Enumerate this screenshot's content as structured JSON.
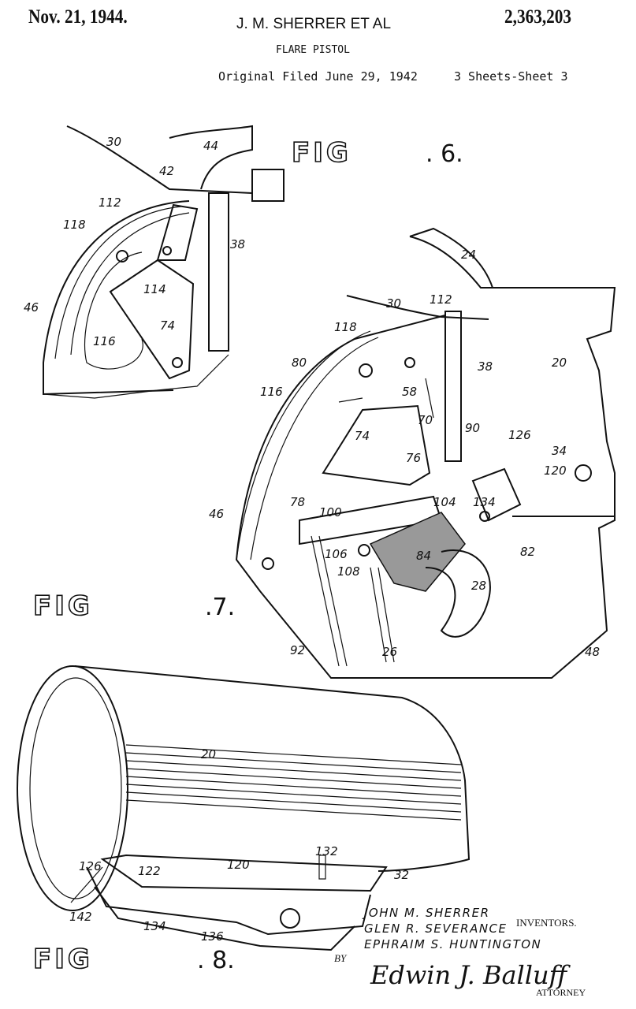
{
  "header": {
    "date": "Nov. 21, 1944.",
    "inventor": "J. M. SHERRER ET AL",
    "patent_number": "2,363,203",
    "title": "FLARE PISTOL",
    "filed": "Original Filed June 29, 1942",
    "sheets": "3 Sheets-Sheet 3"
  },
  "figures": {
    "fig6": {
      "word": "FIG",
      "number": ". 6.",
      "refs": [
        "30",
        "44",
        "42",
        "112",
        "118",
        "38",
        "114",
        "46",
        "74",
        "116"
      ]
    },
    "fig7": {
      "word": "FIG",
      "number": ".7.",
      "refs": [
        "24",
        "30",
        "112",
        "118",
        "38",
        "20",
        "80",
        "58",
        "116",
        "70",
        "90",
        "126",
        "74",
        "76",
        "34",
        "120",
        "134",
        "78",
        "100",
        "104",
        "46",
        "106",
        "84",
        "82",
        "108",
        "28",
        "92",
        "26",
        "48"
      ]
    },
    "fig8": {
      "word": "FIG",
      "number": ". 8.",
      "refs": [
        "20",
        "132",
        "126",
        "122",
        "120",
        "32",
        "142",
        "134",
        "136"
      ]
    }
  },
  "signature_block": {
    "inventors": [
      "JOHN M. SHERRER",
      "GLEN R. SEVERANCE",
      "EPHRAIM S. HUNTINGTON"
    ],
    "inventors_label": "INVENTORS.",
    "by": "BY",
    "attorney_signature": "Edwin J. Balluff",
    "attorney_label": "ATTORNEY"
  }
}
